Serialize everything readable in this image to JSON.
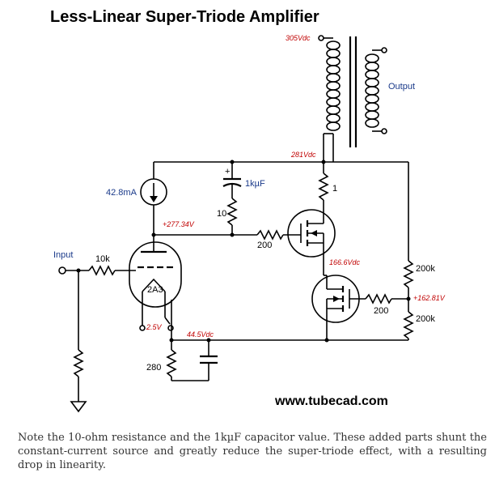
{
  "diagram": {
    "title": "Less-Linear Super-Triode Amplifier",
    "voltages": {
      "b_plus": "305Vdc",
      "plate_node": "281Vdc",
      "triode_plate": "+277.34V",
      "mosfet_source": "166.6Vdc",
      "divider": "+162.81V",
      "filament": "2.5V",
      "cathode": "44.5Vdc"
    },
    "labels": {
      "output": "Output",
      "input": "Input",
      "current_source": "42.8mA",
      "capacitor": "1kµF",
      "r_shunt": "10",
      "r_grid_upper": "200",
      "r_grid_lower": "200",
      "r_input": "10k",
      "r_cathode": "280",
      "r_div_top": "200k",
      "r_div_bottom": "200k",
      "tube": "2A3",
      "node_one": "1",
      "cap_plus": "+"
    },
    "url": "www.tubecad.com"
  },
  "caption": "Note the 10-ohm resistance and the 1kµF capacitor value. These added parts shunt the constant-current source and greatly reduce the super-triode effect, with a resulting drop in linearity."
}
